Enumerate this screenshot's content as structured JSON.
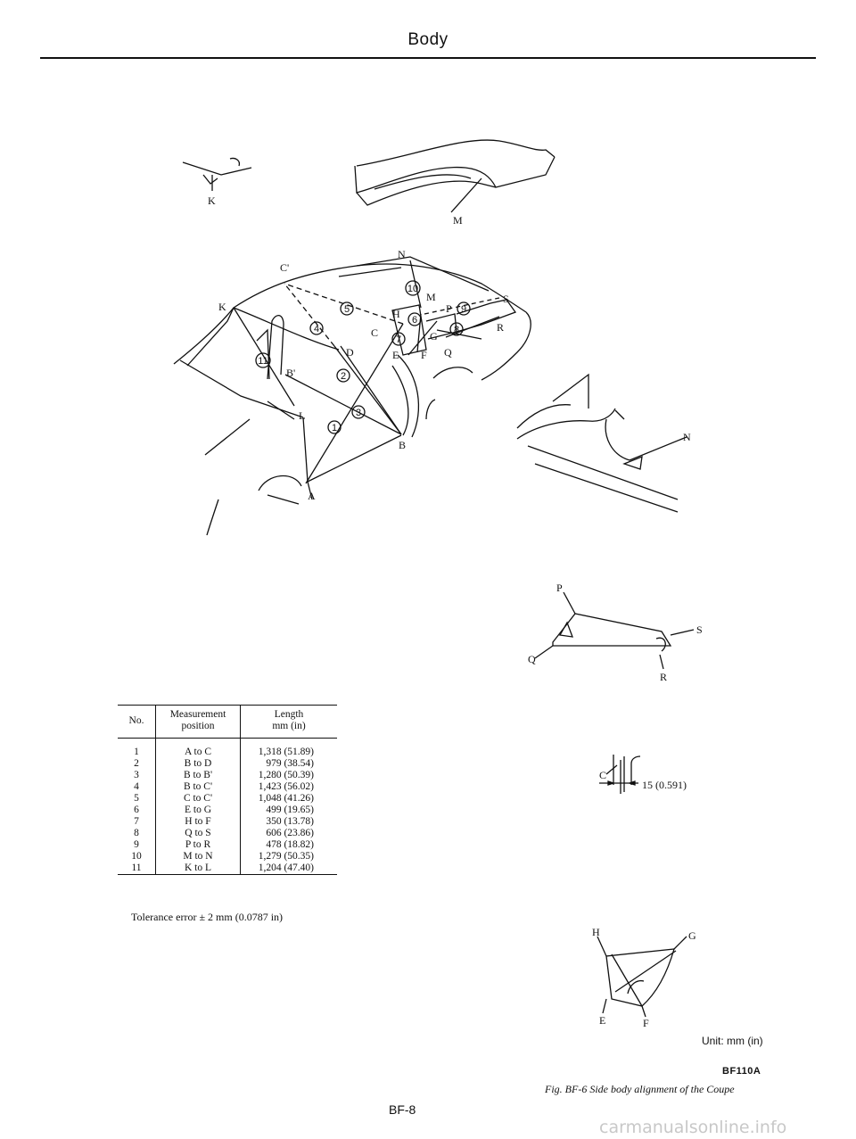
{
  "header": {
    "title": "Body"
  },
  "figure_labels": {
    "K": "K",
    "M": "M",
    "N": "N",
    "C_prime": "C'",
    "H": "H",
    "G": "G",
    "P": "P",
    "S": "S",
    "R": "R",
    "Q": "Q",
    "F": "F",
    "E": "E",
    "D": "D",
    "C": "C",
    "B_prime": "B'",
    "L": "L",
    "B": "B",
    "A": "A",
    "n1": "1",
    "n2": "2",
    "n3": "3",
    "n4": "4",
    "n5": "5",
    "n6": "6",
    "n7": "7",
    "n8": "8",
    "n9": "9",
    "n10": "10",
    "n11": "11",
    "offset_dim": "15 (0.591)"
  },
  "table": {
    "headers": {
      "no": "No.",
      "position_1": "Measurement",
      "position_2": "position",
      "length_1": "Length",
      "length_2": "mm (in)"
    },
    "rows": [
      {
        "no": "1",
        "position": "A to C",
        "length": "1,318 (51.89)"
      },
      {
        "no": "2",
        "position": "B to D",
        "length": "979 (38.54)"
      },
      {
        "no": "3",
        "position": "B to B'",
        "length": "1,280 (50.39)"
      },
      {
        "no": "4",
        "position": "B to C'",
        "length": "1,423 (56.02)"
      },
      {
        "no": "5",
        "position": "C to C'",
        "length": "1,048 (41.26)"
      },
      {
        "no": "6",
        "position": "E to G",
        "length": "499 (19.65)"
      },
      {
        "no": "7",
        "position": "H to F",
        "length": "350 (13.78)"
      },
      {
        "no": "8",
        "position": "Q to S",
        "length": "606 (23.86)"
      },
      {
        "no": "9",
        "position": "P to R",
        "length": "478 (18.82)"
      },
      {
        "no": "10",
        "position": "M to N",
        "length": "1,279 (50.35)"
      },
      {
        "no": "11",
        "position": "K to L",
        "length": "1,204 (47.40)"
      }
    ]
  },
  "tolerance": "Tolerance error ± 2 mm (0.0787 in)",
  "unit": "Unit: mm (in)",
  "figure_code": "BF110A",
  "caption": "Fig. BF-6 Side body alignment of the Coupe",
  "page_number": "BF-8",
  "watermark": "carmanualsonline.info"
}
